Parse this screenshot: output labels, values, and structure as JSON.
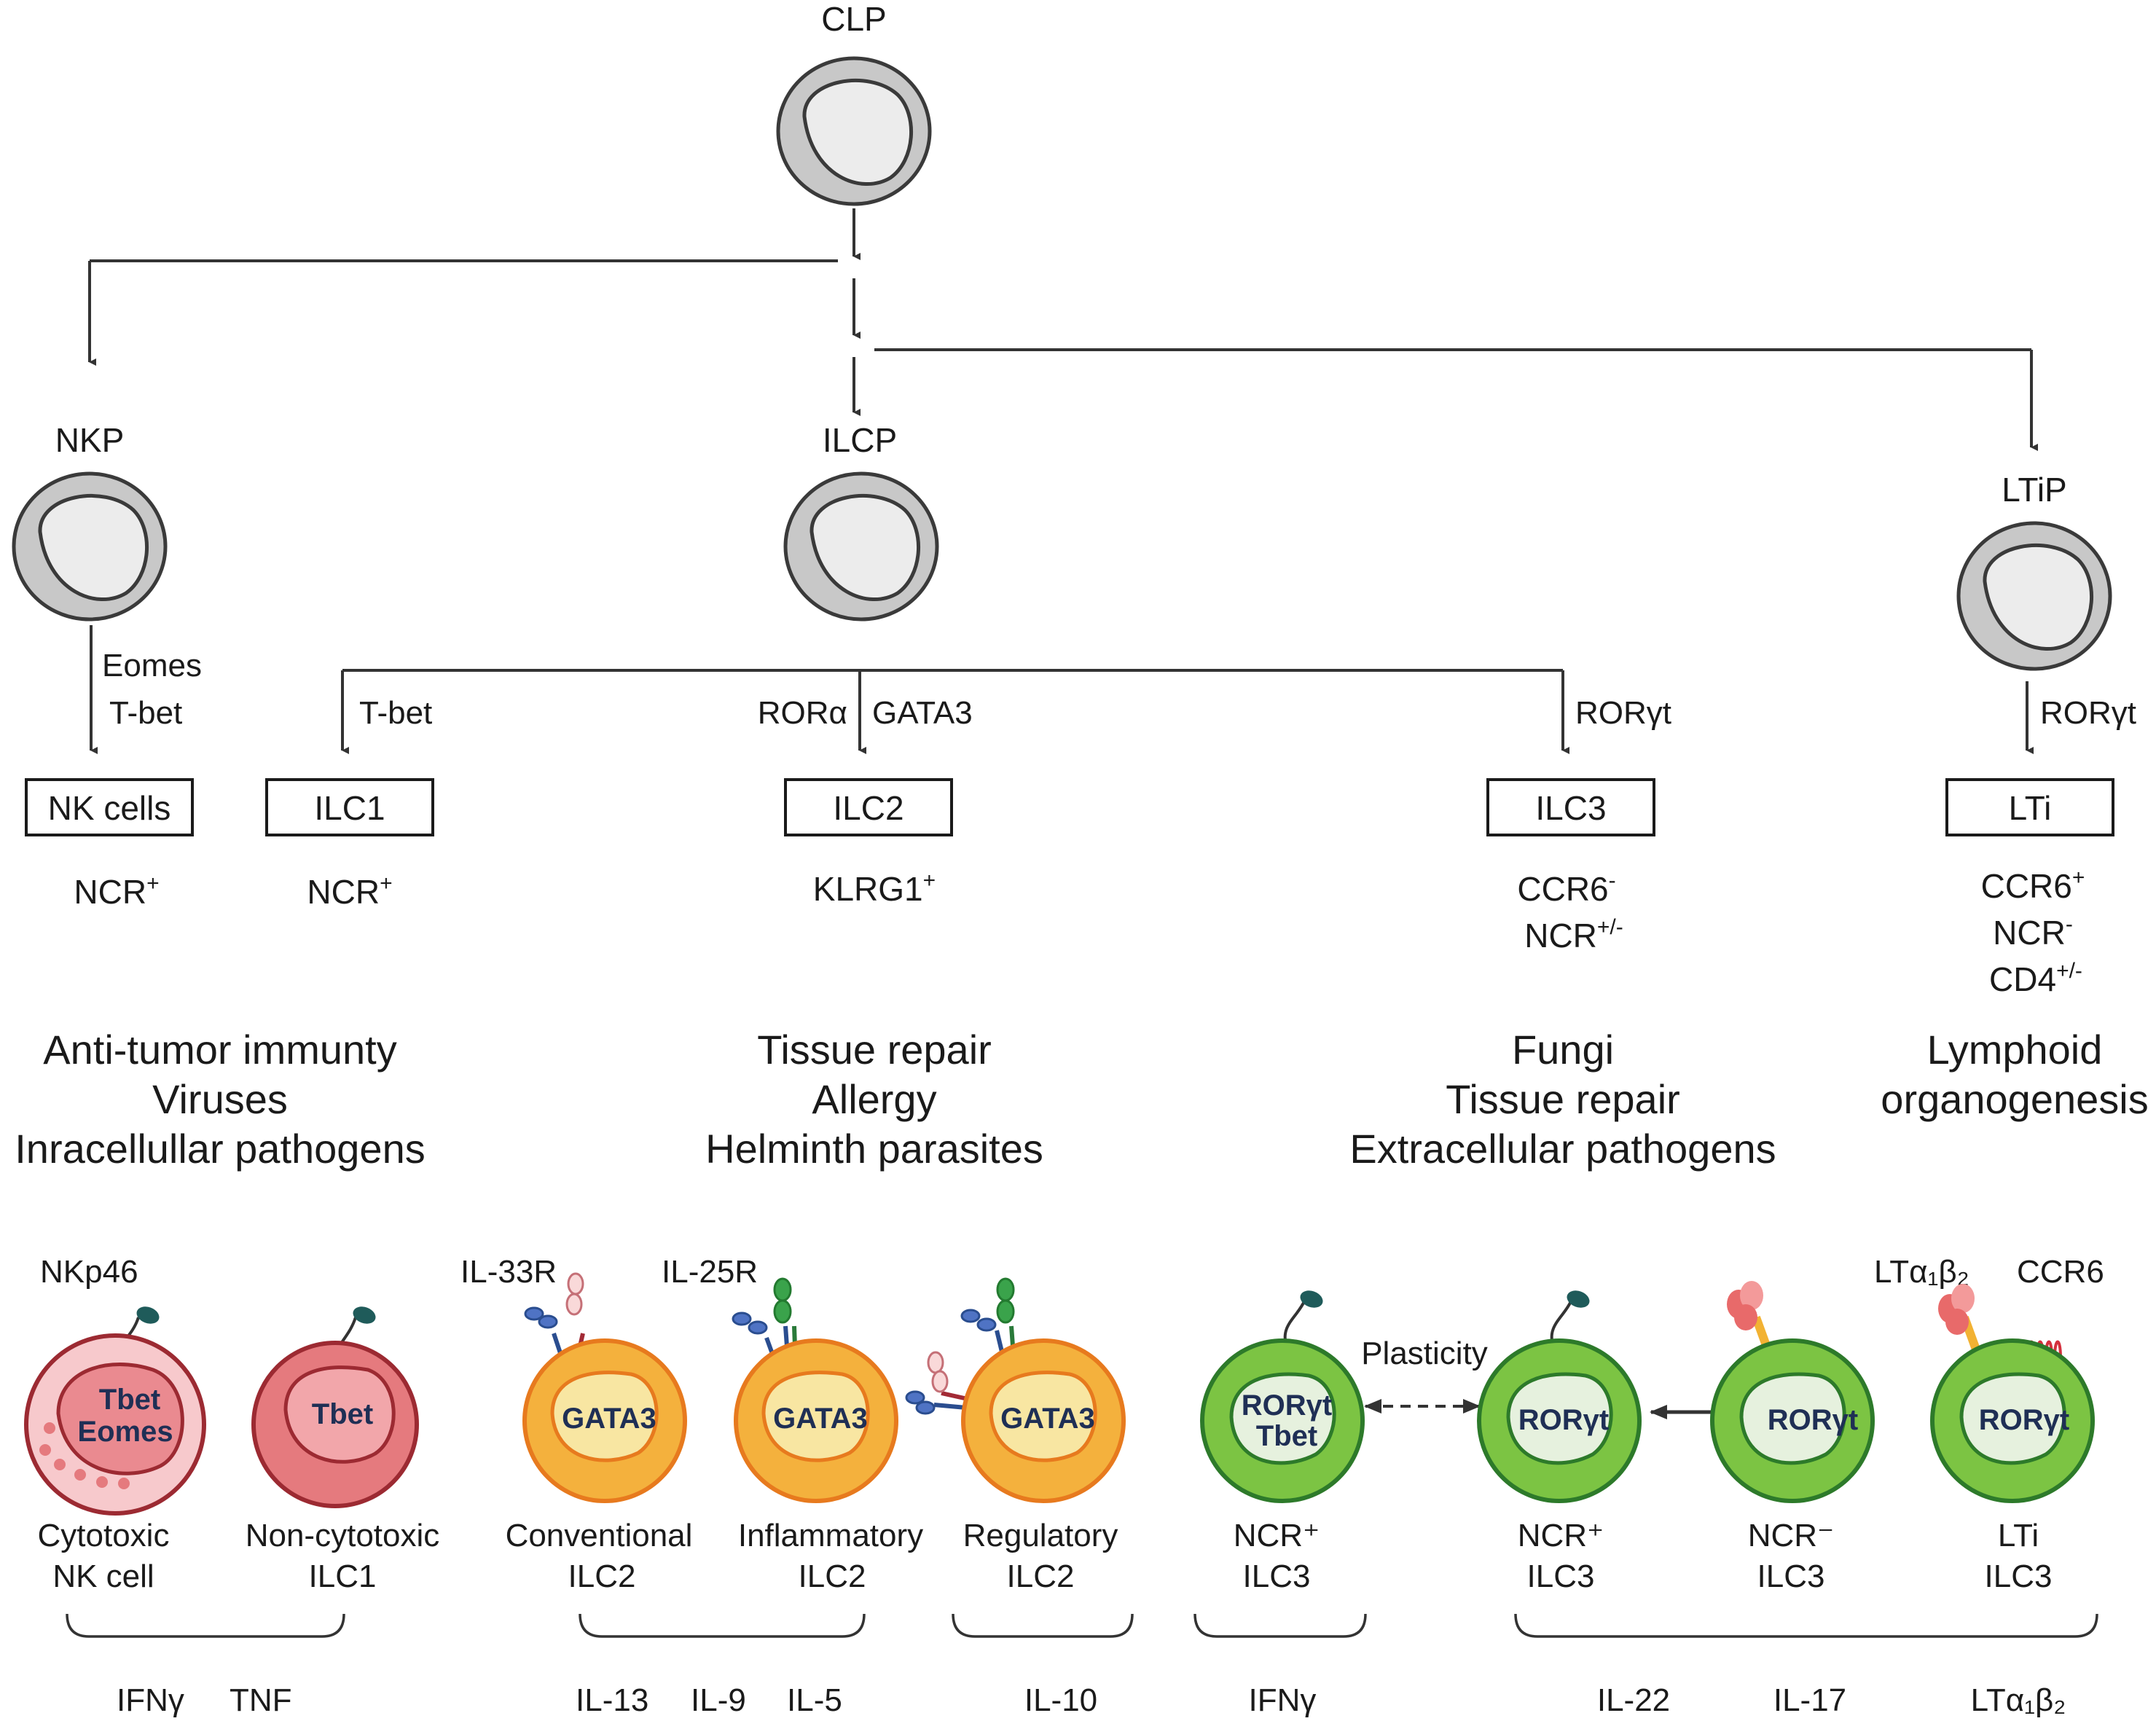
{
  "progenitors": {
    "clp": "CLP",
    "nkp": "NKP",
    "ilcp": "ILCP",
    "ltip": "LTiP"
  },
  "factors": {
    "eomes": "Eomes",
    "tbet_nk": "T-bet",
    "tbet_ilc1": "T-bet",
    "rora": "RORα",
    "gata3": "GATA3",
    "rorgt_ilc3": "RORγt",
    "rorgt_lti": "RORγt"
  },
  "lineages": {
    "nk": "NK cells",
    "ilc1": "ILC1",
    "ilc2": "ILC2",
    "ilc3": "ILC3",
    "lti": "LTi"
  },
  "markers": {
    "nk": {
      "base": "NCR",
      "sup": "+"
    },
    "ilc1": {
      "base": "NCR",
      "sup": "+"
    },
    "ilc2": {
      "base": "KLRG1",
      "sup": "+"
    },
    "ilc3_1": {
      "base": "CCR6",
      "sup": "-"
    },
    "ilc3_2": {
      "base": "NCR",
      "sup": "+/-"
    },
    "lti_1": {
      "base": "CCR6",
      "sup": "+"
    },
    "lti_2": {
      "base": "NCR",
      "sup": "-"
    },
    "lti_3": {
      "base": "CD4",
      "sup": "+/-"
    }
  },
  "functions": {
    "nk": [
      "Anti-tumor immunty",
      "Viruses",
      "Inracellullar pathogens"
    ],
    "ilc2": [
      "Tissue repair",
      "Allergy",
      "Helminth  parasites"
    ],
    "ilc3": [
      "Fungi",
      "Tissue repair",
      "Extracellular pathogens"
    ],
    "lti": [
      "Lymphoid",
      "organogenesis"
    ]
  },
  "receptors": {
    "nkp46": "NKp46",
    "il33r": "IL-33R",
    "il25r": "IL-25R",
    "lta": "LTα₁β₂",
    "ccr6": "CCR6"
  },
  "plasticity": "Plasticity",
  "cell_nuclei": {
    "cyto_nk": [
      "Tbet",
      "Eomes"
    ],
    "ilc1": [
      "Tbet"
    ],
    "conv_ilc2": [
      "GATA3"
    ],
    "infl_ilc2": [
      "GATA3"
    ],
    "reg_ilc2": [
      "GATA3"
    ],
    "ncrp_ilc3_a": [
      "RORγt",
      "Tbet"
    ],
    "ncrp_ilc3_b": [
      "RORγt"
    ],
    "ncrn_ilc3": [
      "RORγt"
    ],
    "lti_ilc3": [
      "RORγt"
    ]
  },
  "subsets": {
    "cyto_nk": [
      "Cytotoxic",
      "NK cell"
    ],
    "ilc1": [
      "Non-cytotoxic",
      "ILC1"
    ],
    "conv_ilc2": [
      "Conventional",
      "ILC2"
    ],
    "infl_ilc2": [
      "Inflammatory",
      "ILC2"
    ],
    "reg_ilc2": [
      "Regulatory",
      "ILC2"
    ],
    "ncrp_ilc3_a": [
      "NCR⁺",
      "ILC3"
    ],
    "ncrp_ilc3_b": [
      "NCR⁺",
      "ILC3"
    ],
    "ncrn_ilc3": [
      "NCR⁻",
      "ILC3"
    ],
    "lti_ilc3": [
      "LTi",
      "ILC3"
    ]
  },
  "cytokines": {
    "ifng": "IFNγ",
    "tnf": "TNF",
    "il13": "IL-13",
    "il9": "IL-9",
    "il5": "IL-5",
    "il10": "IL-10",
    "ifng3": "IFNγ",
    "il22": "IL-22",
    "il17": "IL-17",
    "lta": "LTα₁β₂"
  },
  "colors": {
    "progenitor_outer": "#c8c8c8",
    "progenitor_nucleus": "#ececec",
    "nk_outer": "#f7c9cc",
    "ilc1_outer": "#e57a7e",
    "ilc2_outer": "#f4b13d",
    "ilc2_nucleus": "#f8e6a2",
    "ilc3_outer": "#7cc443",
    "ilc3_nucleus": "#e6f1de"
  }
}
